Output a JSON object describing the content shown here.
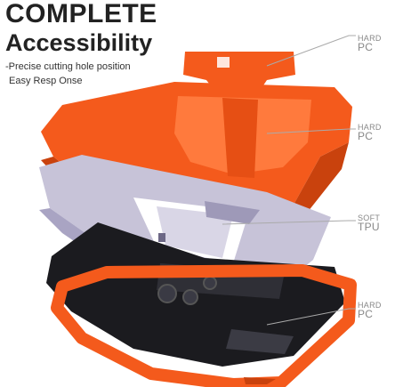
{
  "headline": {
    "line1": "COMPLETE",
    "line2": "Accessibility"
  },
  "features": [
    "-Precise cutting hole position",
    "Easy Resp Onse"
  ],
  "layers": [
    {
      "top": "HARD",
      "bottom": "PC"
    },
    {
      "top": "HARD",
      "bottom": "PC"
    },
    {
      "top": "SOFT",
      "bottom": "TPU"
    },
    {
      "top": "HARD",
      "bottom": "PC"
    }
  ],
  "colors": {
    "orange": "#f45a1c",
    "orange_dark": "#c9420d",
    "tpu_gray": "#c7c3d8",
    "phone_black": "#1b1b1f",
    "text_dark": "#222222",
    "label_gray": "#888888"
  }
}
